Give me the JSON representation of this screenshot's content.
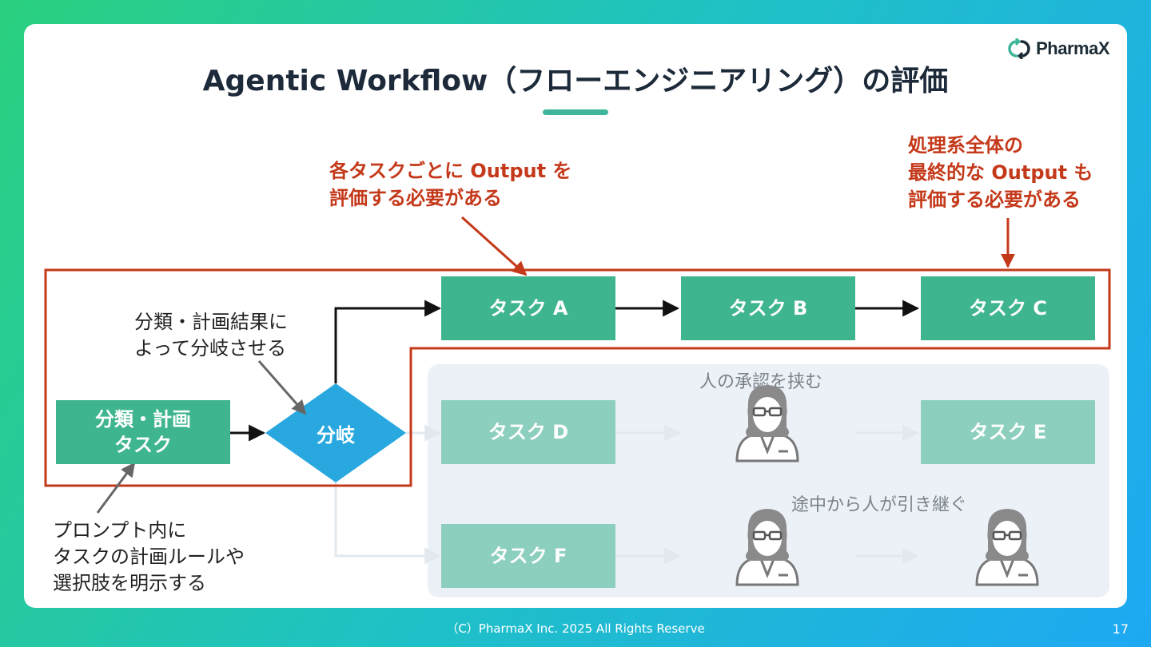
{
  "logo": {
    "text": "PharmaX",
    "icon": "pharmax-logo-icon",
    "color": "#3fb59a"
  },
  "title": "Agentic Workflow（フローエンジニアリング）の評価",
  "callouts": {
    "per_task": [
      "各タスクごとに Output を",
      "評価する必要がある"
    ],
    "whole": [
      "処理系全体の",
      "最終的な Output も",
      "評価する必要がある"
    ]
  },
  "notes": {
    "branch": [
      "分類・計画結果に",
      "よって分岐させる"
    ],
    "prompt": [
      "プロンプト内に",
      "タスクの計画ルールや",
      "選択肢を明示する"
    ]
  },
  "gray_notes": {
    "approval": "人の承認を挟む",
    "handover": "途中から人が引き継ぐ"
  },
  "nodes": {
    "plan_task": [
      "分類・計画",
      "タスク"
    ],
    "branch": "分岐",
    "task_a": "タスク A",
    "task_b": "タスク B",
    "task_c": "タスク C",
    "task_d": "タスク D",
    "task_e": "タスク E",
    "task_f": "タスク F"
  },
  "colors": {
    "task": "#3fb58f",
    "task_faded": "#8dcfbe",
    "diamond": "#29a8e0",
    "callout": "#c4391a",
    "panel": "#ecf1f8"
  },
  "footer": "（C）PharmaX Inc. 2025  All Rights Reserve",
  "page_number": "17"
}
